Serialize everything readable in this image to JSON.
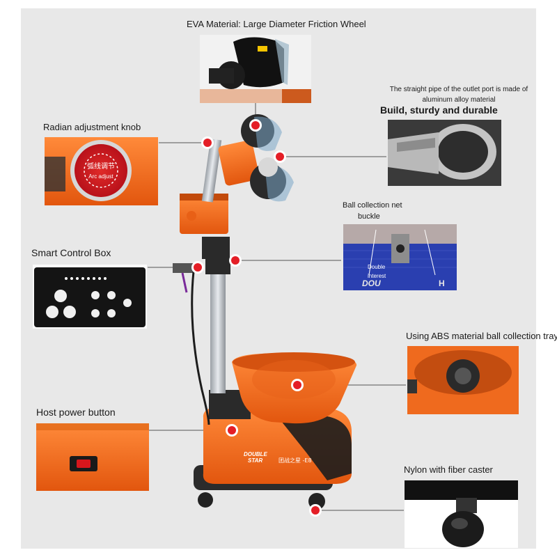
{
  "callouts": {
    "friction_wheel": "EVA Material: Large Diameter Friction Wheel",
    "outlet_pipe": "The straight pipe of the outlet port is made of aluminum alloy material",
    "outlet_pipe_sub": "Build, sturdy and durable",
    "radian_knob": "Radian adjustment knob",
    "net_buckle_line1": "Ball collection net",
    "net_buckle_line2": "buckle",
    "control_box": "Smart Control Box",
    "abs_tray": "Using ABS material ball collection tray",
    "power_button": "Host power button",
    "caster": "Nylon with fiber caster"
  },
  "knob_text": {
    "line1": "弧线调节",
    "line2": "Arc adjust"
  },
  "net_photo_text": {
    "double": "Double",
    "interest": "interest",
    "brand": "DOU",
    "brand_tail": "H"
  },
  "machine_brand": {
    "line1": "DOUBLE",
    "line2": "STAR",
    "model": "团战之星 -E8"
  },
  "colors": {
    "orange": "#f26a1b",
    "marker_red": "#e41e26",
    "background": "#e9e9e9",
    "net_blue": "#2a3fb0"
  },
  "icons": [
    "power-switch-icon",
    "marker-dot-icon",
    "caster-wheel-icon"
  ]
}
